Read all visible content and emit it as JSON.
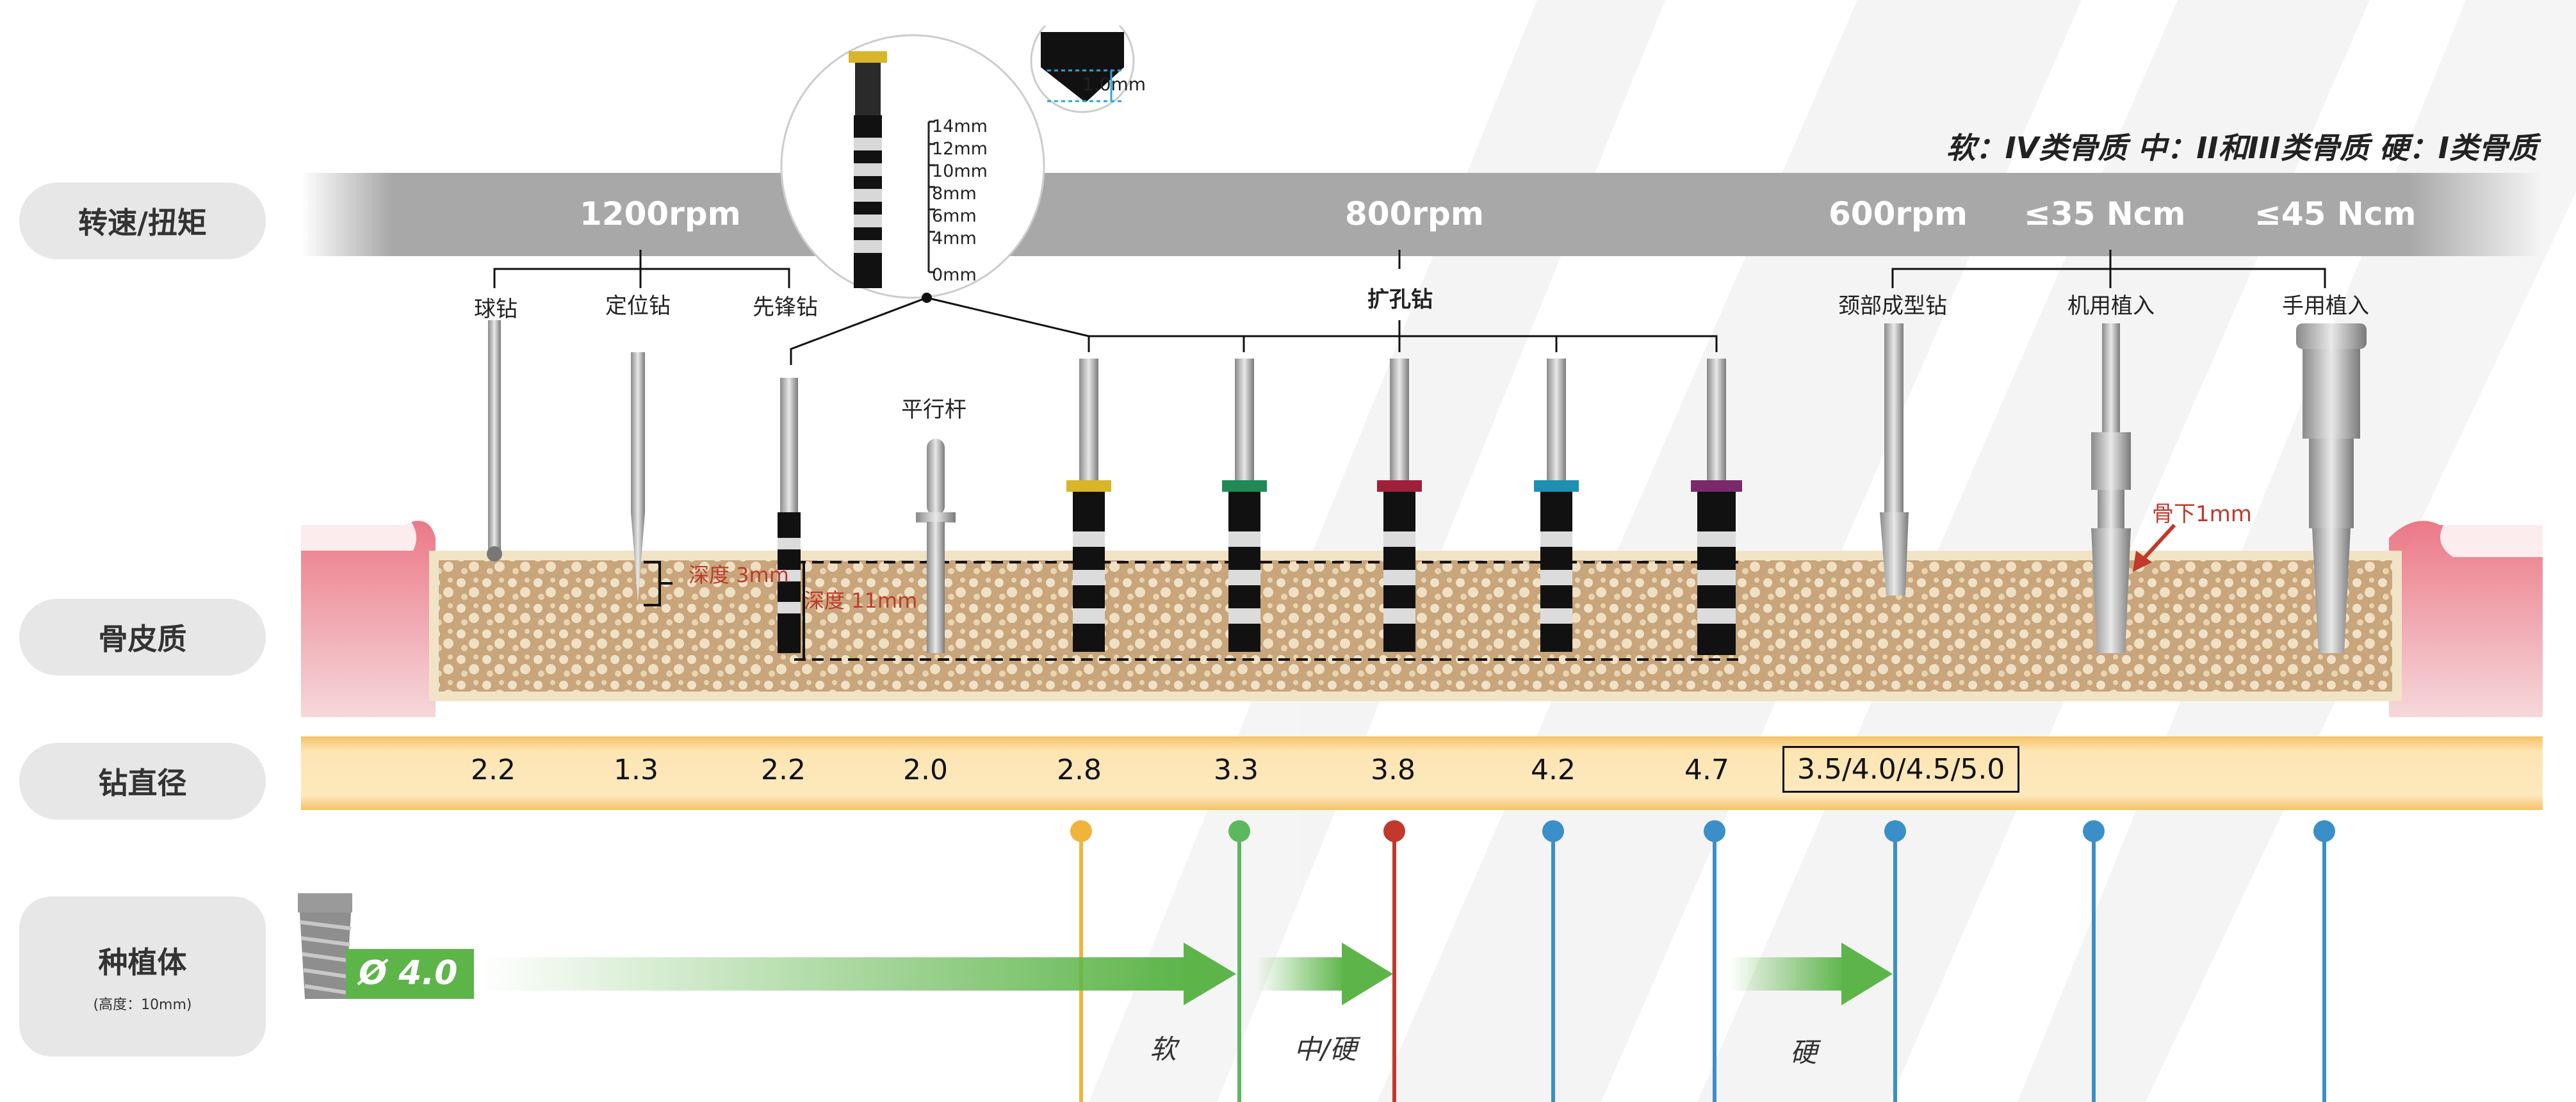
{
  "rows": {
    "speed_torque": "转速/扭矩",
    "cortical_bone": "骨皮质",
    "drill_diameter": "钻直径",
    "implant": "种植体",
    "implant_sub": "(高度：10mm)"
  },
  "legend": "软：IV类骨质    中：II和III类骨质    硬：I类骨质",
  "speeds": {
    "s1": "1200rpm",
    "s2": "800rpm",
    "s3": "600rpm",
    "s4": "≤35 Ncm",
    "s5": "≤45 Ncm"
  },
  "tools": {
    "ball": "球钻",
    "position": "定位钻",
    "pilot": "先锋钻",
    "parallel": "平行杆",
    "widening": "扩孔钻",
    "neck": "颈部成型钻",
    "machine": "机用植入",
    "hand": "手用植入"
  },
  "zoom": {
    "depth_marks": [
      "14mm",
      "12mm",
      "10mm",
      "8mm",
      "6mm",
      "4mm",
      "0mm"
    ],
    "tip": "1.0mm"
  },
  "annotations": {
    "depth3": "深度 3mm",
    "depth11": "深度 11mm",
    "subcrestal": "骨下1mm"
  },
  "diameters": [
    "2.2",
    "1.3",
    "2.2",
    "2.0",
    "2.8",
    "3.3",
    "3.8",
    "4.2",
    "4.7",
    "3.5/4.0/4.5/5.0"
  ],
  "implant_diameter": "Ø 4.0",
  "bone_types": {
    "soft": "软",
    "medium_hard": "中/硬",
    "hard": "硬"
  },
  "colors": {
    "yellow": "#f0b43c",
    "green": "#5cb85c",
    "red": "#c0392b",
    "blue": "#3a8fc8",
    "arrow": "#5db54a",
    "implant_box": "#5db54a"
  }
}
